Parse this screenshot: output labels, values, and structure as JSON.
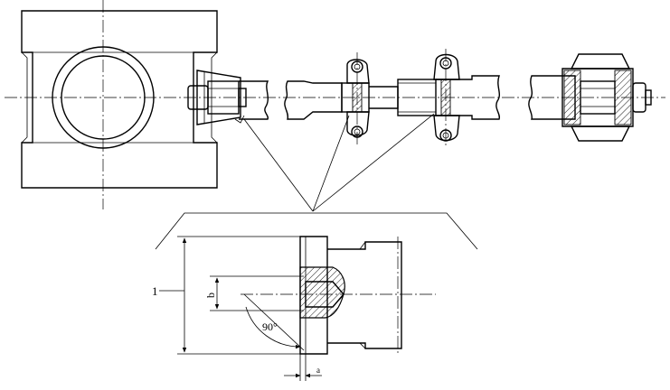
{
  "labels": {
    "callout": "1",
    "dim_b": "b",
    "angle": "90°",
    "dim_a": "a"
  }
}
